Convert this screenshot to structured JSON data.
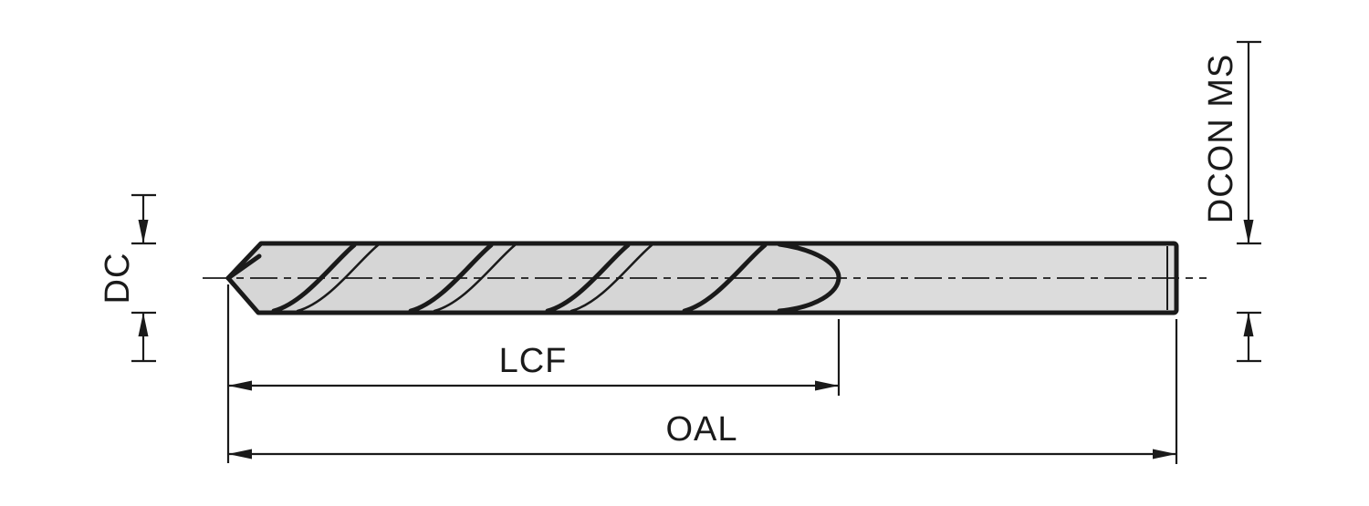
{
  "diagram": {
    "labels": {
      "dc": "DC",
      "lcf": "LCF",
      "oal": "OAL",
      "dcon_ms": "DCON MS"
    },
    "colors": {
      "background": "#ffffff",
      "line": "#1a1a1a",
      "flute_body_fill": "#d6d6d6",
      "shank_fill": "#dcdcdc"
    }
  }
}
